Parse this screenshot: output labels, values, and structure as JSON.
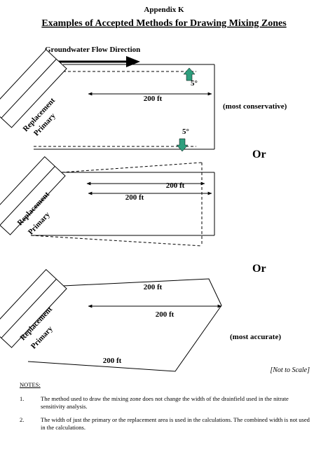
{
  "header": {
    "appendix": "Appendix K",
    "title": "Examples of Accepted Methods for Drawing Mixing Zones"
  },
  "flow": {
    "label": "Groundwater Flow Direction"
  },
  "labels": {
    "replacement": "Replacement",
    "primary": "Primary",
    "distance": "200 ft",
    "angle": "5°",
    "or": "Or",
    "most_conservative": "(most conservative)",
    "most_accurate": "(most accurate)",
    "not_to_scale": "[Not to Scale]"
  },
  "notes": {
    "heading": "NOTES:",
    "items": [
      {
        "num": "1.",
        "text": "The method used to draw the mixing zone does not change the width of the drainfield used in the nitrate sensitivity analysis."
      },
      {
        "num": "2.",
        "text": "The width of just the primary or the replacement area is used in the calculations.  The combined width is not used in the calculations."
      }
    ]
  },
  "colors": {
    "angle_arrow": "#2e9e7d"
  }
}
